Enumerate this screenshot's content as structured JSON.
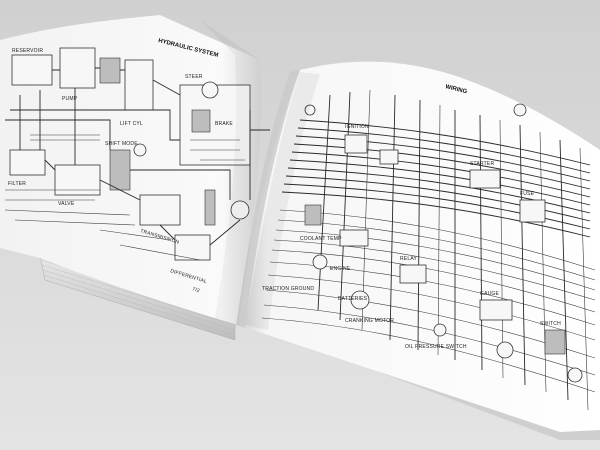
{
  "scene": {
    "subject": "open-manual-wiring-diagrams",
    "left_page": {
      "header": "HYDRAULIC SYSTEM",
      "labels": [
        "RESERVOIR",
        "PUMP",
        "LIFT CYL",
        "FILTER",
        "VALVE",
        "STEER",
        "BRAKE",
        "DIFFERENTIAL",
        "TRANSMISSION",
        "SHIFT MODE"
      ],
      "footer": "7/2"
    },
    "right_page": {
      "header": "WIRING",
      "labels": [
        "TRACTION GROUND",
        "BATTERIES",
        "CRANKING MOTOR",
        "COOLANT TEMP",
        "OIL PRESSURE SWITCH",
        "ENGINE",
        "IGNITION",
        "STARTER",
        "FUSE",
        "RELAY",
        "GAUGE",
        "SWITCH"
      ]
    },
    "colors": {
      "background": "#d9d9d9",
      "paper": "#f4f4f4",
      "ink": "#2a2a2a"
    }
  }
}
